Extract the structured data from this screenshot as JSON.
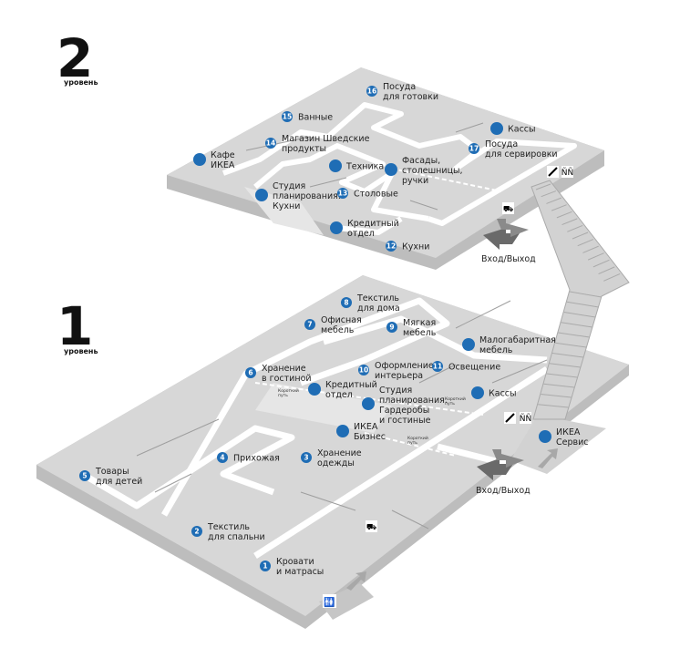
{
  "colors": {
    "floor": "#d7d7d7",
    "floor_edge": "#bdbdbd",
    "corridor": "#ffffff",
    "poi": "#1f6db5",
    "arrow": "#6a6a6a"
  },
  "level2": {
    "number": "2",
    "caption": "уровень",
    "pois": [
      {
        "num": "16",
        "lines": [
          "Посуда",
          "для готовки"
        ]
      },
      {
        "num": "15",
        "lines": [
          "Ванные"
        ]
      },
      {
        "num": "14",
        "lines": [
          "Магазин Шведские",
          "продукты"
        ]
      },
      {
        "num": "",
        "lines": [
          "Кафе",
          "ИКЕА"
        ]
      },
      {
        "num": "",
        "lines": [
          "Техника"
        ]
      },
      {
        "num": "",
        "lines": [
          "Фасады,",
          "столешницы,",
          "ручки"
        ]
      },
      {
        "num": "",
        "lines": [
          "Студия",
          "планирования.",
          "Кухни"
        ]
      },
      {
        "num": "13",
        "lines": [
          "Столовые"
        ]
      },
      {
        "num": "",
        "lines": [
          "Кредитный",
          "отдел"
        ]
      },
      {
        "num": "12",
        "lines": [
          "Кухни"
        ]
      },
      {
        "num": "",
        "lines": [
          "Кассы"
        ]
      },
      {
        "num": "17",
        "lines": [
          "Посуда",
          "для сервировки"
        ]
      }
    ],
    "entrance": "Вход/Выход",
    "icons": [
      "escalator-icon",
      "elevator-icon",
      "trolley-icon"
    ]
  },
  "level1": {
    "number": "1",
    "caption": "уровень",
    "pois": [
      {
        "num": "8",
        "lines": [
          "Текстиль",
          "для дома"
        ]
      },
      {
        "num": "7",
        "lines": [
          "Офисная",
          "мебель"
        ]
      },
      {
        "num": "9",
        "lines": [
          "Мягкая",
          "мебель"
        ]
      },
      {
        "num": "",
        "lines": [
          "Малогабаритная",
          "мебель"
        ]
      },
      {
        "num": "10",
        "lines": [
          "Оформление",
          "интерьера"
        ]
      },
      {
        "num": "11",
        "lines": [
          "Освещение"
        ]
      },
      {
        "num": "6",
        "lines": [
          "Хранение",
          "в гостиной"
        ]
      },
      {
        "num": "",
        "lines": [
          "Кредитный",
          "отдел"
        ]
      },
      {
        "num": "",
        "lines": [
          "Студия",
          "планирования.",
          "Гардеробы",
          "и гостиные"
        ]
      },
      {
        "num": "",
        "lines": [
          "Кассы"
        ]
      },
      {
        "num": "",
        "lines": [
          "ИКЕА",
          "Бизнес"
        ]
      },
      {
        "num": "3",
        "lines": [
          "Хранение",
          "одежды"
        ]
      },
      {
        "num": "4",
        "lines": [
          "Прихожая"
        ]
      },
      {
        "num": "5",
        "lines": [
          "Товары",
          "для детей"
        ]
      },
      {
        "num": "2",
        "lines": [
          "Текстиль",
          "для спальни"
        ]
      },
      {
        "num": "1",
        "lines": [
          "Кровати",
          "и матрасы"
        ]
      },
      {
        "num": "",
        "lines": [
          "ИКЕА",
          "Сервис"
        ]
      }
    ],
    "shortcuts": [
      [
        "Короткий",
        "путь"
      ],
      [
        "Короткий",
        "путь"
      ],
      [
        "Короткий",
        "путь"
      ]
    ],
    "entrance": "Вход/Выход",
    "icons": [
      "escalator-icon",
      "elevator-icon",
      "trolley-icon",
      "restroom-icon"
    ]
  }
}
